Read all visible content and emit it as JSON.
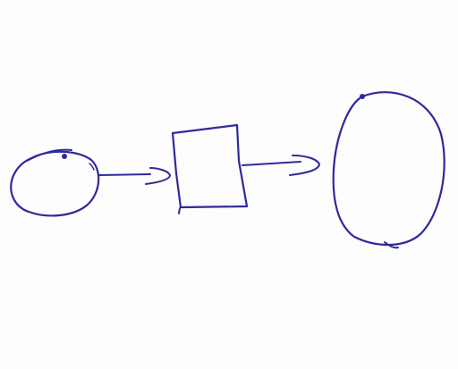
{
  "diagram": {
    "ink_color": "#2e2a9c",
    "background_color": "#fdfdfd",
    "nodes": [
      {
        "id": "start",
        "shape": "circle"
      },
      {
        "id": "process",
        "shape": "rectangle"
      },
      {
        "id": "end",
        "shape": "oval"
      }
    ],
    "edges": [
      {
        "from": "start",
        "to": "process"
      },
      {
        "from": "process",
        "to": "end"
      }
    ]
  }
}
